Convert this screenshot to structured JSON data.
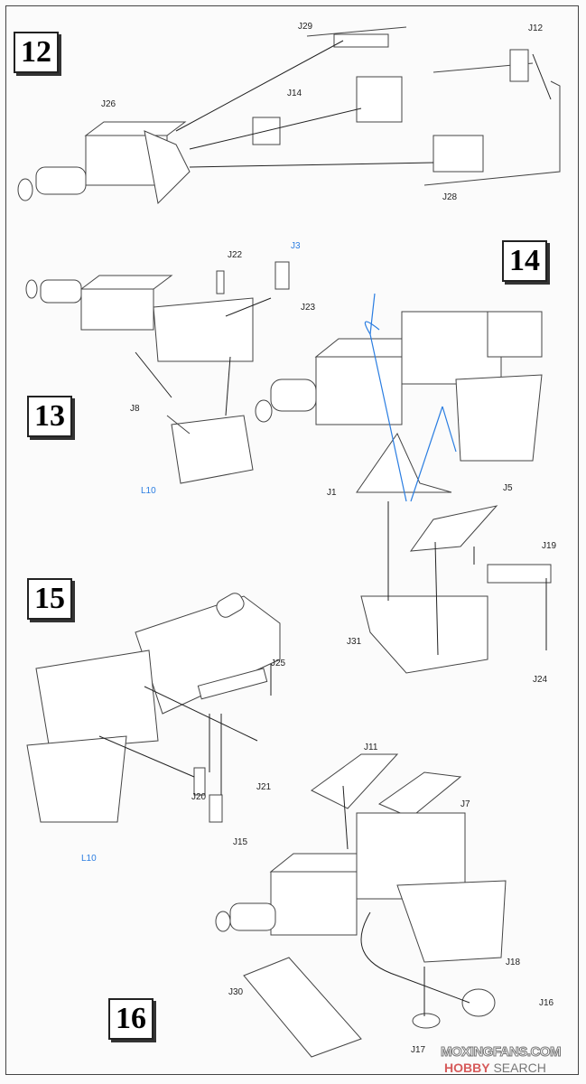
{
  "steps": [
    "12",
    "13",
    "14",
    "15",
    "16"
  ],
  "labels": {
    "s12": [
      "J29",
      "J12",
      "J14",
      "J26",
      "J28"
    ],
    "s13": [
      "J22",
      "J3",
      "J23",
      "J8",
      "L10"
    ],
    "s14": [
      "J1",
      "J5",
      "J19",
      "J31",
      "J24"
    ],
    "s15": [
      "J25",
      "J21",
      "J20",
      "J15",
      "L10"
    ],
    "s16": [
      "J11",
      "J7",
      "J18",
      "J16",
      "J30",
      "J17"
    ]
  },
  "watermark": {
    "line1": "MOXINGFANS.COM",
    "line2_a": "HOBBY",
    "line2_b": "SEARCH"
  },
  "colors": {
    "ink": "#333333",
    "accent": "#2a7de1"
  }
}
